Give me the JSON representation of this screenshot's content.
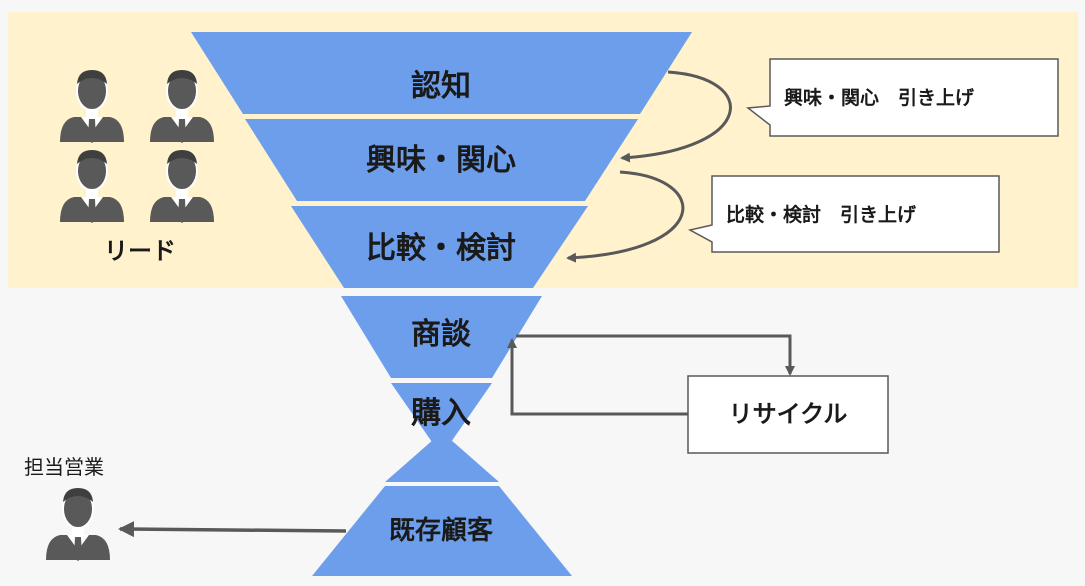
{
  "funnel": {
    "stages": [
      {
        "id": "awareness",
        "label": "認知"
      },
      {
        "id": "interest",
        "label": "興味・関心"
      },
      {
        "id": "consideration",
        "label": "比較・検討"
      },
      {
        "id": "negotiation",
        "label": "商談"
      },
      {
        "id": "purchase",
        "label": "購入"
      },
      {
        "id": "existing",
        "label": "既存顧客"
      }
    ],
    "fill_color": "#6d9eeb"
  },
  "leads": {
    "label": "リード",
    "icon": "business-person-icon",
    "count": 4
  },
  "callouts": {
    "interest_lift": "興味・関心　引き上げ",
    "consideration_lift": "比較・検討　引き上げ"
  },
  "recycle": {
    "label": "リサイクル"
  },
  "sales": {
    "label": "担当営業",
    "icon": "business-person-icon"
  },
  "colors": {
    "lead_zone_bg": "#fff2cc",
    "background": "#f7f7f7",
    "arrow": "#595959",
    "person": "#595959"
  }
}
